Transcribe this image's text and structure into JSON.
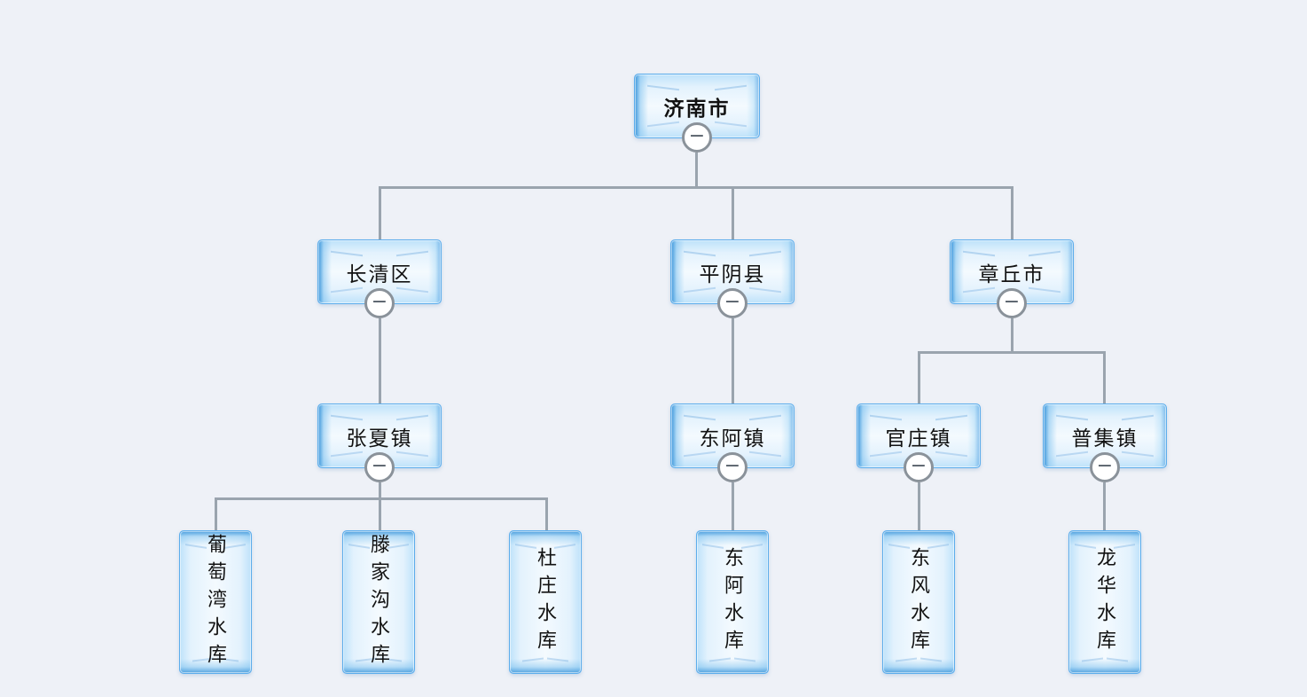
{
  "diagram": {
    "type": "collapsible-tree",
    "description": "Administrative region / reservoir hierarchy tree of Jinan"
  },
  "controls": {
    "collapse_glyph": "−"
  },
  "colors": {
    "background": "#eef1f7",
    "connector": "#9aa4ae",
    "node_border": "#5cadec",
    "node_edge_blue": "#2f8fd8",
    "node_body_light": "#f4fafe",
    "collapse_border": "#8a929a",
    "collapse_fill": "#ffffff",
    "label_text": "#121212"
  },
  "hierarchy": {
    "label": "济南市",
    "children": [
      {
        "label": "长清区",
        "children": [
          {
            "label": "张夏镇",
            "children": [
              {
                "label": "葡萄湾水库"
              },
              {
                "label": "滕家沟水库"
              },
              {
                "label": "杜庄水库"
              }
            ]
          }
        ]
      },
      {
        "label": "平阴县",
        "children": [
          {
            "label": "东阿镇",
            "children": [
              {
                "label": "东阿水库"
              }
            ]
          }
        ]
      },
      {
        "label": "章丘市",
        "children": [
          {
            "label": "官庄镇",
            "children": [
              {
                "label": "东风水库"
              }
            ]
          },
          {
            "label": "普集镇",
            "children": [
              {
                "label": "龙华水库"
              }
            ]
          }
        ]
      }
    ]
  }
}
